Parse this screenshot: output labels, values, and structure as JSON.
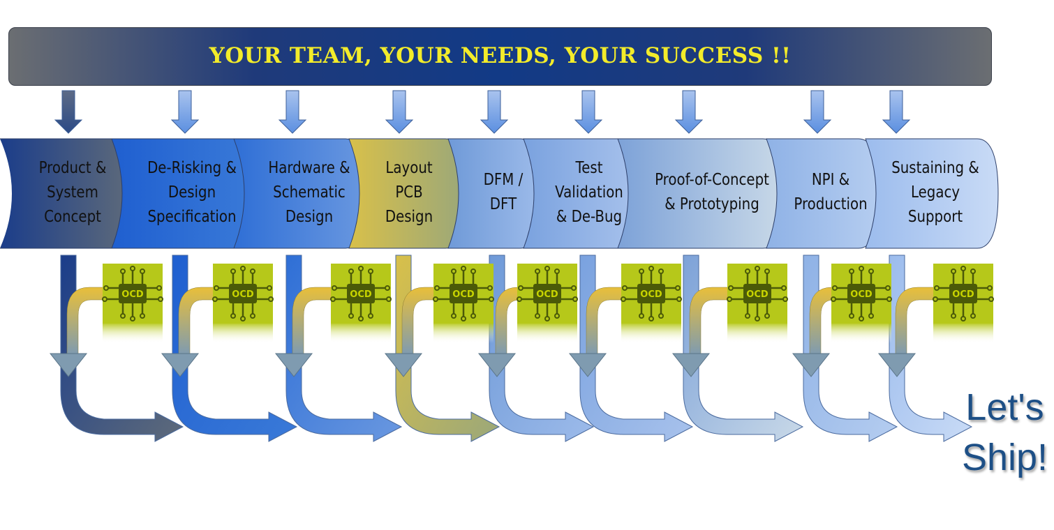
{
  "banner": {
    "title": "YOUR TEAM, YOUR NEEDS, YOUR SUCCESS !!",
    "colors": {
      "text": "#f3ec2a",
      "center": "#123a86",
      "edge": "#6b6e72"
    }
  },
  "stages": [
    {
      "label": "Product &\nSystem\nConcept",
      "color_light": "#1b3d8a",
      "color_dark": "#5f6b7a"
    },
    {
      "label": "De-Risking &\nDesign\nSpecification",
      "color_light": "#1f5fd0",
      "color_dark": "#3a7ad8"
    },
    {
      "label": "Hardware &\nSchematic\nDesign",
      "color_light": "#2f6fd6",
      "color_dark": "#6a98e0"
    },
    {
      "label": "Layout\nPCB\nDesign",
      "color_light": "#d8c04a",
      "color_dark": "#9aa77a"
    },
    {
      "label": "DFM /\nDFT",
      "color_light": "#6f9ad8",
      "color_dark": "#9dbbea"
    },
    {
      "label": "Test\nValidation\n& De-Bug",
      "color_light": "#7aa2df",
      "color_dark": "#a8c2ec"
    },
    {
      "label": "Proof-of-Concept\n& Prototyping",
      "color_light": "#7da2d8",
      "color_dark": "#c9d9e8"
    },
    {
      "label": "NPI &\nProduction",
      "color_light": "#8fb2e6",
      "color_dark": "#b5cdf0"
    },
    {
      "label": "Sustaining &\nLegacy\nSupport",
      "color_light": "#9cbced",
      "color_dark": "#c9dbf6"
    }
  ],
  "chip_logo": {
    "text": "OCD",
    "icon": "circuit-chip-icon",
    "color": "#b6c81a"
  },
  "closing": {
    "text": "Let's\nShip!",
    "color": "#1d4f86"
  }
}
